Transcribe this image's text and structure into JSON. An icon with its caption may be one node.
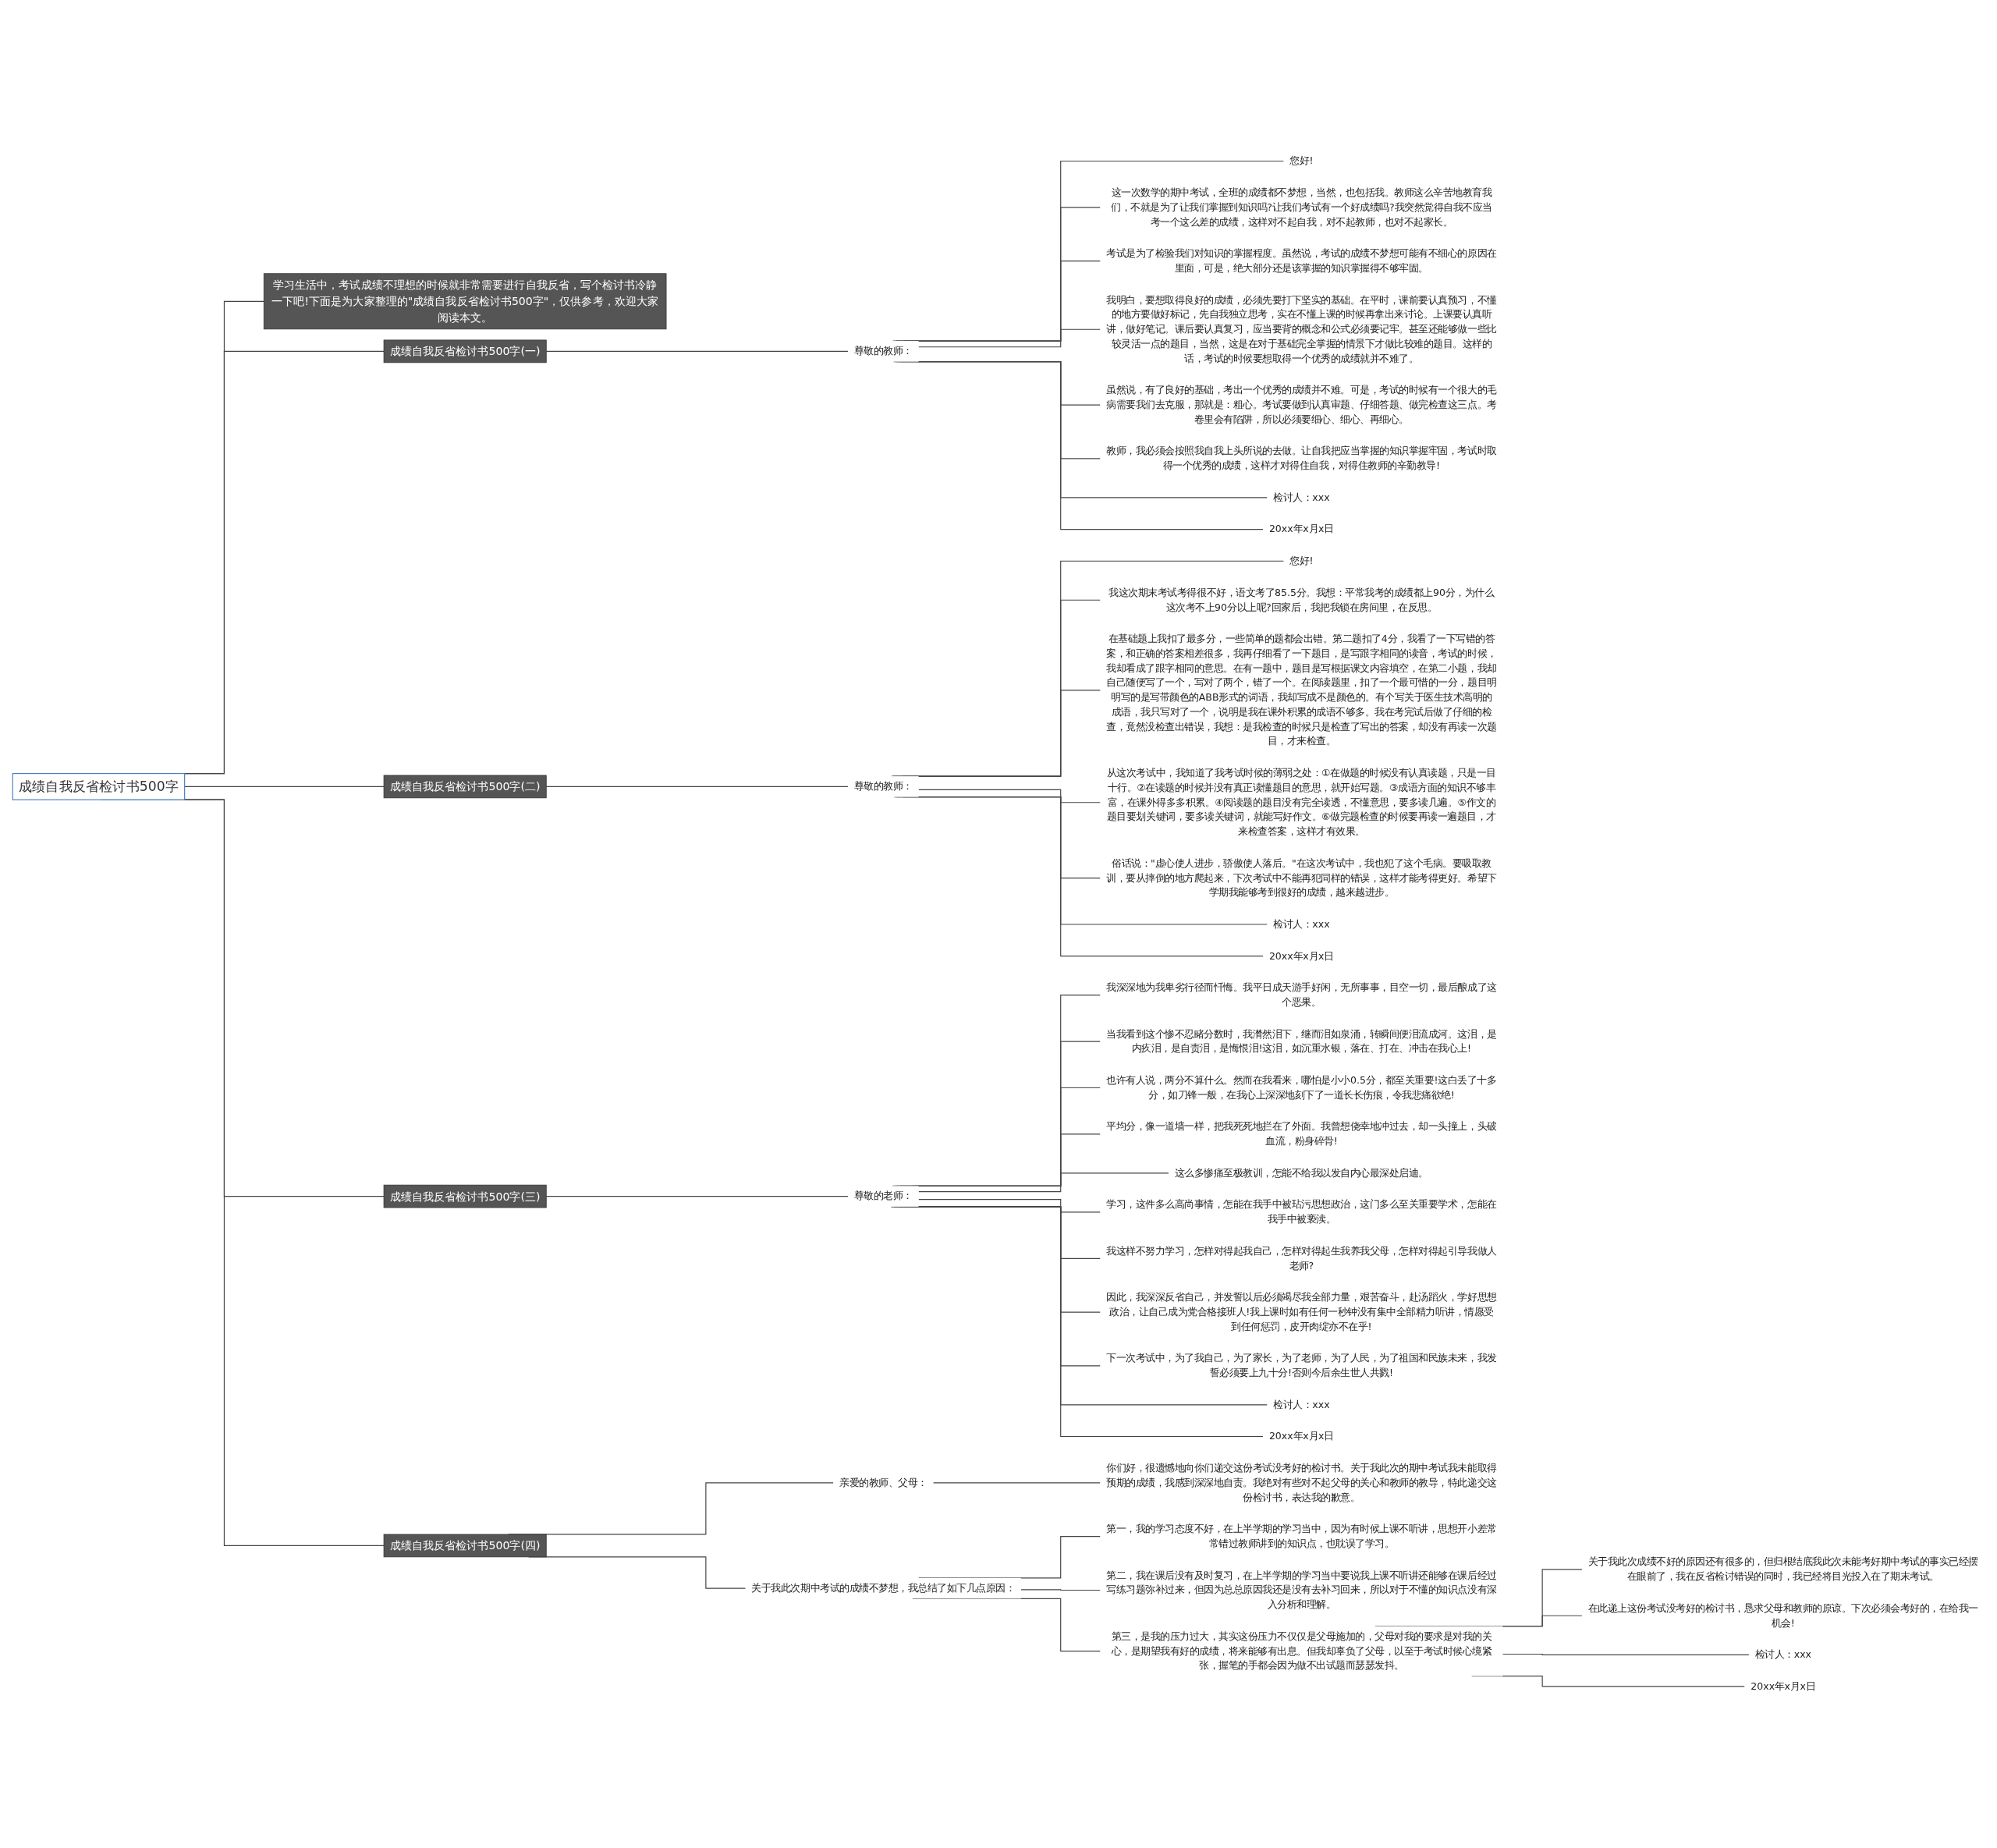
{
  "diagram": {
    "nodes": [
      {
        "text": [
          "成绩自我反省检讨书500字"
        ]
      },
      {
        "text": [
          "学习生活中，考试成绩不理想的时候就非常需要进行自我反省，写个检讨书冷静一下吧!下面是为大家整理的\"成绩自我反省检讨书500字\"，仅供参考，欢迎大家阅读本文。"
        ]
      },
      {
        "text": [
          "成绩自我反省检讨书500字(一)"
        ]
      },
      {
        "text": [
          "尊敬的教师："
        ]
      },
      {
        "text": [
          "您好!"
        ]
      },
      {
        "text": [
          "这一次数学的期中考试，全班的成绩都不梦想，当然，也包括我。教师这么辛苦地教育我们，不就是为了让我们掌握到知识吗?让我们考试有一个好成绩吗?我突然觉得自我不应当考一个这么差的成绩，这样对不起自我，对不起教师，也对不起家长。"
        ]
      },
      {
        "text": [
          "考试是为了检验我们对知识的掌握程度。虽然说，考试的成绩不梦想可能有不细心的原因在里面，可是，绝大部分还是该掌握的知识掌握得不够牢固。"
        ]
      },
      {
        "text": [
          "我明白，要想取得良好的成绩，必须先要打下坚实的基础。在平时，课前要认真预习，不懂的地方要做好标记，先自我独立思考，实在不懂上课的时候再拿出来讨论。上课要认真听讲，做好笔记。课后要认真复习，应当要背的概念和公式必须要记牢。甚至还能够做一些比较灵活一点的题目，当然，这是在对于基础完全掌握的情景下才做比较难的题目。这样的话，考试的时候要想取得一个优秀的成绩就并不难了。"
        ]
      },
      {
        "text": [
          "虽然说，有了良好的基础，考出一个优秀的成绩并不难。可是，考试的时候有一个很大的毛病需要我们去克服，那就是：粗心。考试要做到认真审题、仔细答题、做完检查这三点。考卷里会有陷阱，所以必须要细心、细心、再细心。"
        ]
      },
      {
        "text": [
          "教师，我必须会按照我自我上头所说的去做。让自我把应当掌握的知识掌握牢固，考试时取得一个优秀的成绩，这样才对得住自我，对得住教师的辛勤教导!"
        ]
      },
      {
        "text": [
          "检讨人：xxx"
        ]
      },
      {
        "text": [
          "20xx年x月x日"
        ]
      },
      {
        "text": [
          "成绩自我反省检讨书500字(二)"
        ]
      },
      {
        "text": [
          "尊敬的教师："
        ]
      },
      {
        "text": [
          "您好!"
        ]
      },
      {
        "text": [
          "我这次期末考试考得很不好，语文考了85.5分。我想：平常我考的成绩都上90分，为什么这次考不上90分以上呢?回家后，我把我锁在房间里，在反思。"
        ]
      },
      {
        "text": [
          "在基础题上我扣了最多分，一些简单的题都会出错。第二题扣了4分，我看了一下写错的答案，和正确的答案相差很多，我再仔细看了一下题目，是写跟字相同的读音，考试的时候，我却看成了跟字相同的意思。在有一题中，题目是写根据课文内容填空，在第二小题，我却自己随便写了一个，写对了两个，错了一个。在阅读题里，扣了一个最可惜的一分，题目明明写的是写带颜色的ABB形式的词语，我却写成不是颜色的。有个写关于医生技术高明的成语，我只写对了一个，说明是我在课外积累的成语不够多。我在考完试后做了仔细的检查，竟然没检查出错误，我想：是我检查的时候只是检查了写出的答案，却没有再读一次题目，才来检查。"
        ]
      },
      {
        "text": [
          "从这次考试中，我知道了我考试时候的薄弱之处：①在做题的时候没有认真读题，只是一目十行。②在读题的时候并没有真正读懂题目的意思，就开始写题。③成语方面的知识不够丰富，在课外得多多积累。④阅读题的题目没有完全读透，不懂意思，要多读几遍。⑤作文的题目要划关键词，要多读关键词，就能写好作文。⑥做完题检查的时候要再读一遍题目，才来检查答案，这样才有效果。"
        ]
      },
      {
        "text": [
          "俗话说：\"虚心使人进步，骄傲使人落后。\"在这次考试中，我也犯了这个毛病。要吸取教训，要从摔倒的地方爬起来，下次考试中不能再犯同样的错误，这样才能考得更好。希望下学期我能够考到很好的成绩，越来越进步。"
        ]
      },
      {
        "text": [
          "检讨人：xxx"
        ]
      },
      {
        "text": [
          "20xx年x月x日"
        ]
      },
      {
        "text": [
          "成绩自我反省检讨书500字(三)"
        ]
      },
      {
        "text": [
          "尊敬的老师："
        ]
      },
      {
        "text": [
          "我深深地为我卑劣行径而忏悔。我平日成天游手好闲，无所事事，目空一切，最后酿成了这个恶果。"
        ]
      },
      {
        "text": [
          "当我看到这个惨不忍睹分数时，我潸然泪下，继而泪如泉涌，转瞬间便泪流成河。这泪，是内疚泪，是自责泪，是悔恨泪!这泪，如沉重水银，落在、打在、冲击在我心上!"
        ]
      },
      {
        "text": [
          "也许有人说，两分不算什么。然而在我看来，哪怕是小小0.5分，都至关重要!这白丢了十多分，如刀锋一般，在我心上深深地刻下了一道长长伤痕，令我悲痛欲绝!"
        ]
      },
      {
        "text": [
          "平均分，像一道墙一样，把我死死地拦在了外面。我曾想侥幸地冲过去，却一头撞上，头破血流，粉身碎骨!"
        ]
      },
      {
        "text": [
          "这么多惨痛至极教训，怎能不给我以发自内心最深处启迪。"
        ]
      },
      {
        "text": [
          "学习，这件多么高尚事情，怎能在我手中被玷污思想政治，这门多么至关重要学术，怎能在我手中被亵渎。"
        ]
      },
      {
        "text": [
          "我这样不努力学习，怎样对得起我自己，怎样对得起生我养我父母，怎样对得起引导我做人老师?"
        ]
      },
      {
        "text": [
          "因此，我深深反省自己，并发誓以后必须竭尽我全部力量，艰苦奋斗，赴汤蹈火，学好思想政治，让自己成为党合格接班人!我上课时如有任何一秒钟没有集中全部精力听讲，情愿受到任何惩罚，皮开肉绽亦不在乎!"
        ]
      },
      {
        "text": [
          "下一次考试中，为了我自己，为了家长，为了老师，为了人民，为了祖国和民族未来，我发誓必须要上九十分!否则今后余生世人共戮!"
        ]
      },
      {
        "text": [
          "检讨人：xxx"
        ]
      },
      {
        "text": [
          "20xx年x月x日"
        ]
      },
      {
        "text": [
          "成绩自我反省检讨书500字(四)"
        ]
      },
      {
        "text": [
          "亲爱的教师、父母："
        ]
      },
      {
        "text": [
          "你们好，很遗憾地向你们递交这份考试没考好的检讨书。关于我此次的期中考试我未能取得预期的成绩，我感到深深地自责。我绝对有些对不起父母的关心和教师的教导，特此递交这份检讨书，表达我的歉意。"
        ]
      },
      {
        "text": [
          "关于我此次期中考试的成绩不梦想，我总结了如下几点原因："
        ]
      },
      {
        "text": [
          "第一，我的学习态度不好，在上半学期的学习当中，因为有时候上课不听讲，思想开小差常常错过教师讲到的知识点，也耽误了学习。"
        ]
      },
      {
        "text": [
          "第二，我在课后没有及时复习，在上半学期的学习当中要说我上课不听讲还能够在课后经过写练习题弥补过来，但因为总总原因我还是没有去补习回来，所以对于不懂的知识点没有深入分析和理解。"
        ]
      },
      {
        "text": [
          "第三，是我的压力过大，其实这份压力不仅仅是父母施加的，父母对我的要求是对我的关心，是期望我有好的成绩，将来能够有出息。但我却辜负了父母，以至于考试时候心境紧张，握笔的手都会因为做不出试题而瑟瑟发抖。"
        ]
      },
      {
        "text": [
          "关于我此次成绩不好的原因还有很多的，但归根结底我此次未能考好期中考试的事实已经摆在眼前了，我在反省检讨错误的同时，我已经将目光投入在了期末考试。"
        ]
      },
      {
        "text": [
          "在此递上这份考试没考好的检讨书，恳求父母和教师的原谅。下次必须会考好的，在给我一机会!"
        ]
      },
      {
        "text": [
          "检讨人：xxx"
        ]
      },
      {
        "text": [
          "20xx年x月x日"
        ]
      }
    ],
    "edges": [
      {
        "from": 0,
        "to": 1,
        "arrow": "none"
      },
      {
        "from": 0,
        "to": 2,
        "arrow": "none"
      },
      {
        "from": 2,
        "to": 3,
        "arrow": "none"
      },
      {
        "from": 3,
        "to": 4,
        "arrow": "none"
      },
      {
        "from": 3,
        "to": 5,
        "arrow": "none"
      },
      {
        "from": 3,
        "to": 6,
        "arrow": "none"
      },
      {
        "from": 3,
        "to": 7,
        "arrow": "none"
      },
      {
        "from": 3,
        "to": 8,
        "arrow": "none"
      },
      {
        "from": 3,
        "to": 9,
        "arrow": "none"
      },
      {
        "from": 3,
        "to": 10,
        "arrow": "none"
      },
      {
        "from": 3,
        "to": 11,
        "arrow": "none"
      },
      {
        "from": 0,
        "to": 12,
        "arrow": "none"
      },
      {
        "from": 12,
        "to": 13,
        "arrow": "none"
      },
      {
        "from": 13,
        "to": 14,
        "arrow": "none"
      },
      {
        "from": 13,
        "to": 15,
        "arrow": "none"
      },
      {
        "from": 13,
        "to": 16,
        "arrow": "none"
      },
      {
        "from": 13,
        "to": 17,
        "arrow": "none"
      },
      {
        "from": 13,
        "to": 18,
        "arrow": "none"
      },
      {
        "from": 13,
        "to": 19,
        "arrow": "none"
      },
      {
        "from": 13,
        "to": 20,
        "arrow": "none"
      },
      {
        "from": 0,
        "to": 21,
        "arrow": "none"
      },
      {
        "from": 21,
        "to": 22,
        "arrow": "none"
      },
      {
        "from": 22,
        "to": 23,
        "arrow": "none"
      },
      {
        "from": 22,
        "to": 24,
        "arrow": "none"
      },
      {
        "from": 22,
        "to": 25,
        "arrow": "none"
      },
      {
        "from": 22,
        "to": 26,
        "arrow": "none"
      },
      {
        "from": 22,
        "to": 27,
        "arrow": "none"
      },
      {
        "from": 22,
        "to": 28,
        "arrow": "none"
      },
      {
        "from": 22,
        "to": 29,
        "arrow": "none"
      },
      {
        "from": 22,
        "to": 30,
        "arrow": "none"
      },
      {
        "from": 22,
        "to": 31,
        "arrow": "none"
      },
      {
        "from": 22,
        "to": 32,
        "arrow": "none"
      },
      {
        "from": 22,
        "to": 33,
        "arrow": "none"
      },
      {
        "from": 0,
        "to": 34,
        "arrow": "none"
      },
      {
        "from": 34,
        "to": 35,
        "arrow": "none"
      },
      {
        "from": 35,
        "to": 36,
        "arrow": "none"
      },
      {
        "from": 34,
        "to": 37,
        "arrow": "none"
      },
      {
        "from": 37,
        "to": 38,
        "arrow": "none"
      },
      {
        "from": 37,
        "to": 39,
        "arrow": "none"
      },
      {
        "from": 37,
        "to": 40,
        "arrow": "none"
      },
      {
        "from": 40,
        "to": 41,
        "arrow": "none"
      },
      {
        "from": 40,
        "to": 42,
        "arrow": "none"
      },
      {
        "from": 40,
        "to": 43,
        "arrow": "none"
      },
      {
        "from": 40,
        "to": 44,
        "arrow": "none"
      }
    ]
  }
}
